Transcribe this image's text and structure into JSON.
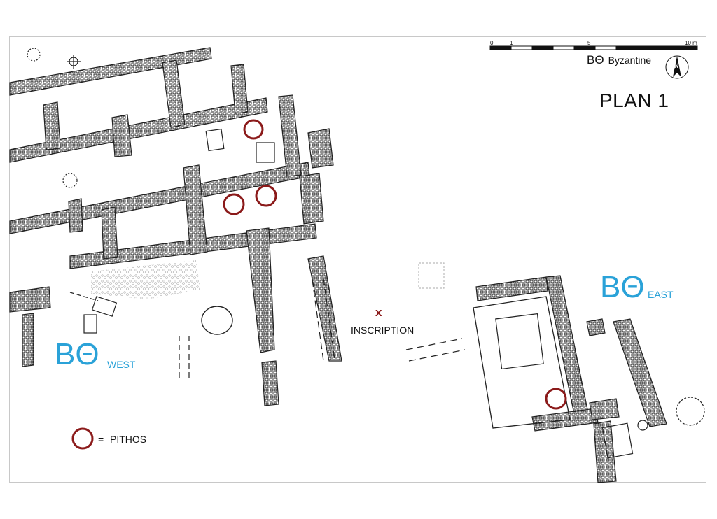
{
  "plan": {
    "title": "PLAN 1",
    "period_code": "ΒΘ",
    "period_label": "Byzantine"
  },
  "areas": {
    "west": {
      "code": "ΒΘ",
      "label": "WEST"
    },
    "east": {
      "code": "ΒΘ",
      "label": "EAST"
    }
  },
  "inscription": {
    "mark": "x",
    "label": "INSCRIPTION"
  },
  "legend": {
    "equals": "=",
    "pithos_label": "PITHOS"
  },
  "scale_bar": {
    "ticks": [
      "0",
      "1",
      "5",
      "10 m"
    ]
  },
  "north_arrow": {
    "label": "N"
  },
  "colors": {
    "pithos": "#8b1a1a",
    "area_label": "#2aa2d8",
    "wall_outline": "#222222",
    "debris": "#bbbbbb"
  },
  "icons": {
    "north": "north-arrow-icon",
    "datum": "survey-crosshair-icon"
  }
}
